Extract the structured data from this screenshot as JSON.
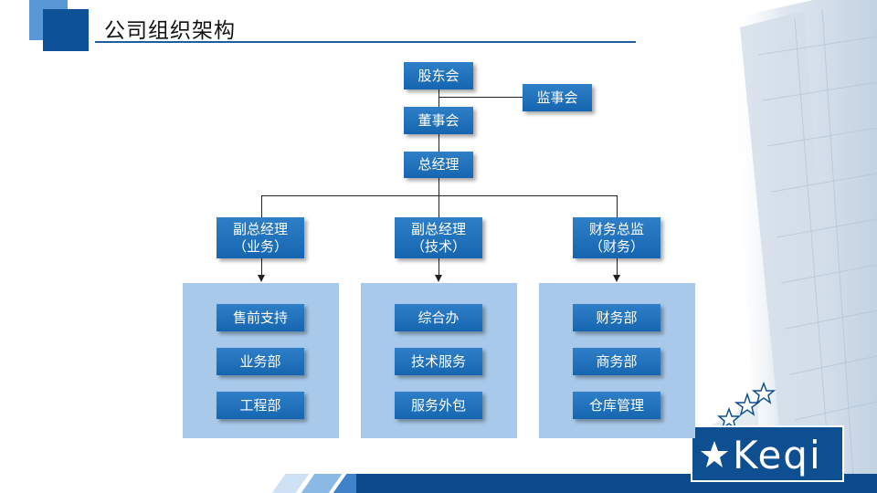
{
  "title": "公司组织架构",
  "colors": {
    "box": "#1a6ab5",
    "panel": "#a9c9ea",
    "accent_dark": "#0d5196"
  },
  "org": {
    "shareholders": "股东会",
    "supervisors": "监事会",
    "board": "董事会",
    "gm": "总经理",
    "branches": [
      {
        "head_line1": "副总经理",
        "head_line2": "（业务）",
        "depts": [
          "售前支持",
          "业务部",
          "工程部"
        ]
      },
      {
        "head_line1": "副总经理",
        "head_line2": "（技术）",
        "depts": [
          "综合办",
          "技术服务",
          "服务外包"
        ]
      },
      {
        "head_line1": "财务总监",
        "head_line2": "（财务）",
        "depts": [
          "财务部",
          "商务部",
          "仓库管理"
        ]
      }
    ]
  },
  "logo": {
    "text": "Keqi",
    "icon": "star-icon"
  }
}
